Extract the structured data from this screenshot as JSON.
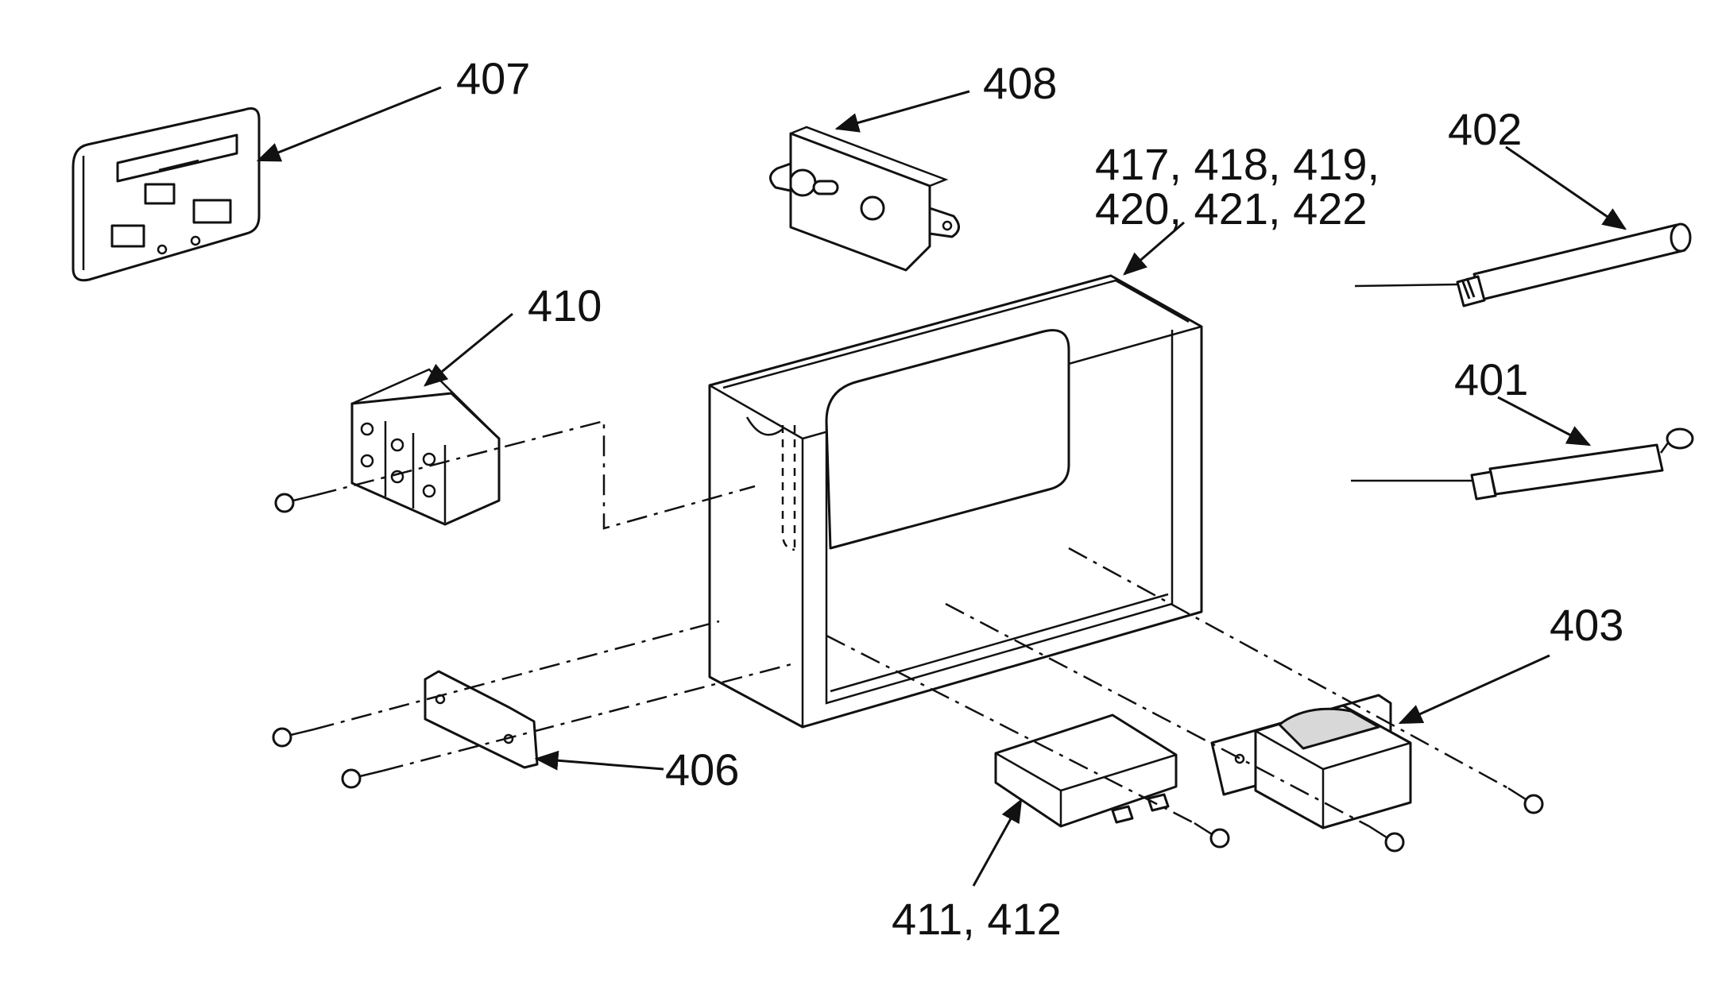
{
  "callouts": {
    "c407": "407",
    "c408": "408",
    "c417_a": "417, 418, 419,",
    "c417_b": "420, 421, 422",
    "c402": "402",
    "c401": "401",
    "c410": "410",
    "c403": "403",
    "c406": "406",
    "c411": "411, 412"
  }
}
